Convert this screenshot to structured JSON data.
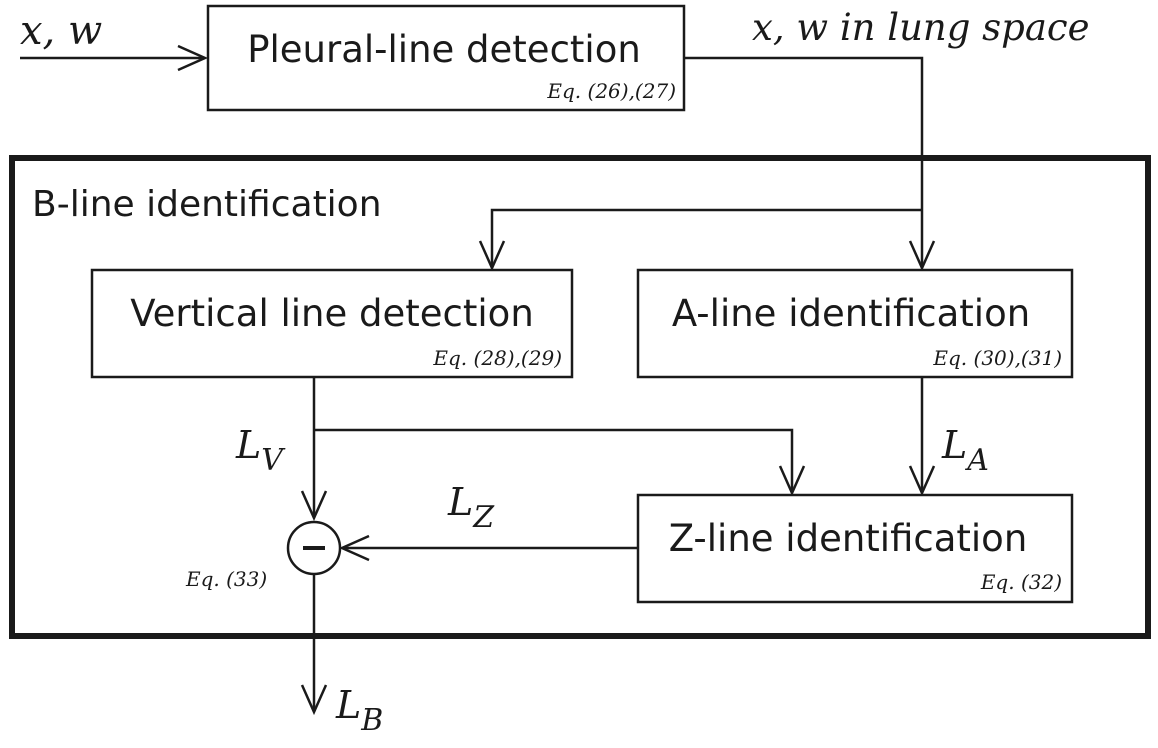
{
  "inputs": {
    "x_w": "x, w",
    "x_w_lung": "x, w in lung space"
  },
  "blocks": {
    "pleural": {
      "title": "Pleural-line detection",
      "eq": "Eq. (26),(27)"
    },
    "section": {
      "title": "B-line identification"
    },
    "vertical": {
      "title": "Vertical line detection",
      "eq": "Eq. (28),(29)"
    },
    "aline": {
      "title": "A-line identification",
      "eq": "Eq. (30),(31)"
    },
    "zline": {
      "title": "Z-line identification",
      "eq": "Eq. (32)"
    },
    "subtract": {
      "eq": "Eq. (33)"
    }
  },
  "signals": {
    "lv": {
      "main": "L",
      "sub": "V"
    },
    "la": {
      "main": "L",
      "sub": "A"
    },
    "lz": {
      "main": "L",
      "sub": "Z"
    },
    "lb": {
      "main": "L",
      "sub": "B"
    }
  }
}
